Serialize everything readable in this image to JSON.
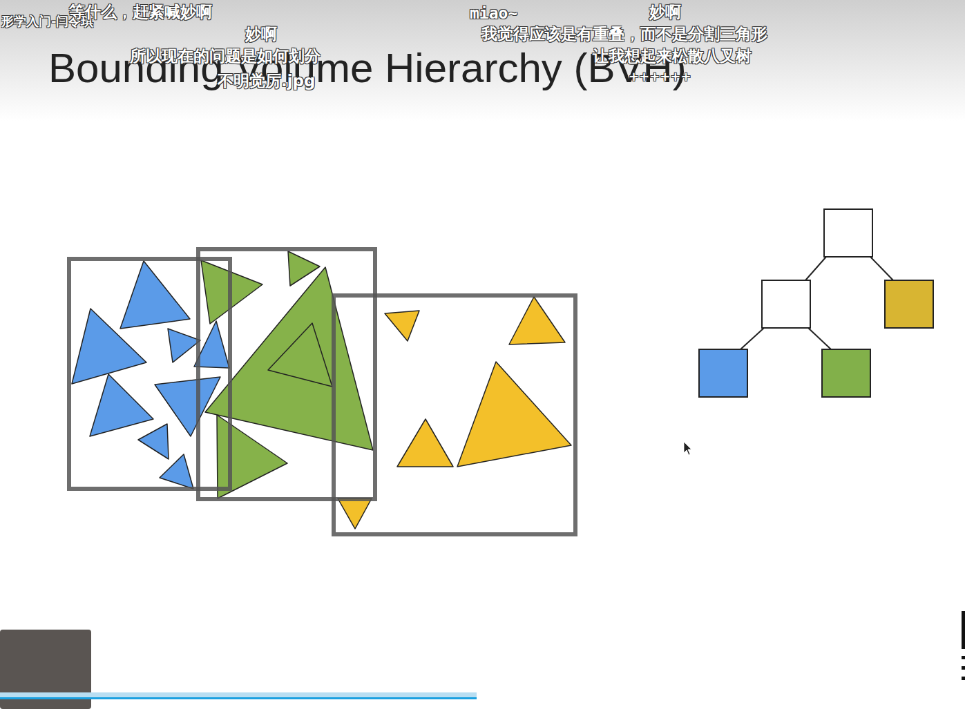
{
  "diagram": {
    "title": "Bounding Volume Hierarchy (BVH)",
    "labels": [
      "形学入门-闫令琪",
      "等什么，赶紧喊妙啊",
      "miao~",
      "妙啊",
      "妙啊",
      "我觉得应该是有重叠，而不是分割三角形",
      "所以现在的问题是如何划分",
      "让我想起来松散八叉树",
      "不明觉厉.jpg",
      "++++++"
    ]
  }
}
